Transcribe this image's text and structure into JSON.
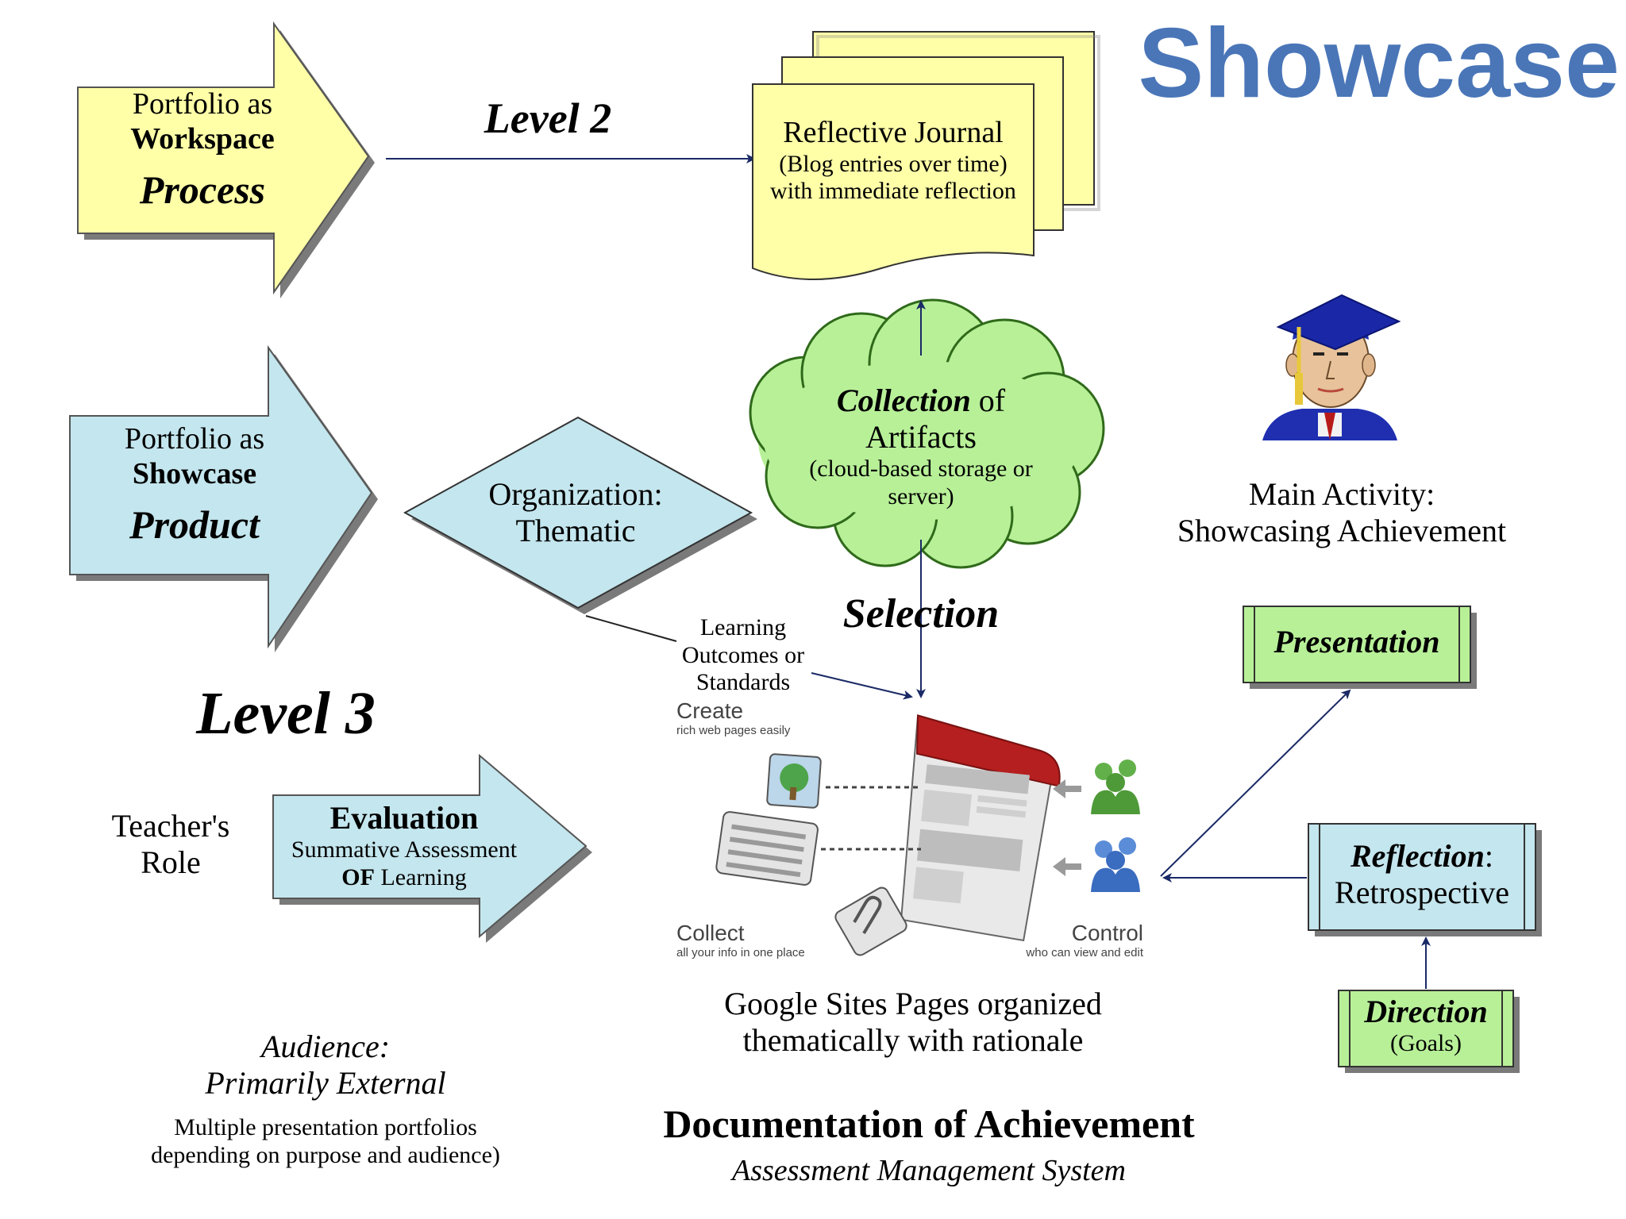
{
  "title": "Showcase",
  "workspace": {
    "line1": "Portfolio as",
    "line2": "Workspace",
    "line3": "Process"
  },
  "level2": "Level 2",
  "reflective_journal": {
    "title": "Reflective Journal",
    "line1": "(Blog entries over time)",
    "line2": "with immediate reflection"
  },
  "showcase_arrow": {
    "line1": "Portfolio as",
    "line2": "Showcase",
    "line3": "Product"
  },
  "organization": {
    "line1": "Organization:",
    "line2": "Thematic"
  },
  "collection": {
    "word_bold": "Collection",
    "word_rest": " of",
    "line2": "Artifacts",
    "line3": "(cloud-based storage or",
    "line4": "server)"
  },
  "main_activity": {
    "line1": "Main Activity:",
    "line2": "Showcasing Achievement"
  },
  "selection": "Selection",
  "learning_outcomes": {
    "line1": "Learning",
    "line2": "Outcomes or",
    "line3": "Standards"
  },
  "level3": "Level 3",
  "presentation": "Presentation",
  "sites_graphic": {
    "create": "Create",
    "create_sub": "rich web pages easily",
    "collect": "Collect",
    "collect_sub": "all your info in one place",
    "control": "Control",
    "control_sub": "who can view and edit"
  },
  "teacher_role": {
    "line1": "Teacher's",
    "line2": "Role"
  },
  "evaluation": {
    "title": "Evaluation",
    "line1": "Summative Assessment",
    "line2_bold": "OF",
    "line2_rest": " Learning"
  },
  "reflection": {
    "word_bold": "Reflection",
    "word_rest": ":",
    "line2": "Retrospective"
  },
  "direction": {
    "title": "Direction",
    "sub": "(Goals)"
  },
  "google_sites": {
    "line1": "Google Sites Pages organized",
    "line2": "thematically with rationale"
  },
  "audience": {
    "line1": "Audience:",
    "line2": "Primarily External",
    "line3": "Multiple presentation portfolios",
    "line4": "depending on purpose and audience)"
  },
  "documentation": {
    "title": "Documentation of Achievement",
    "subtitle": "Assessment Management System"
  },
  "colors": {
    "yellow": "#ffffa8",
    "blue": "#c4e6ee",
    "green": "#b8f098",
    "title_blue": "#4a76b8",
    "line": "#1a2a66"
  }
}
